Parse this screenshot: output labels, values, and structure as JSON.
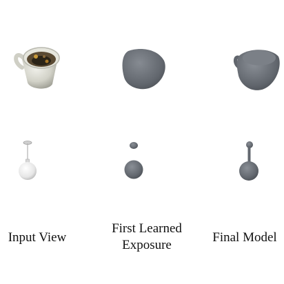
{
  "figure": {
    "columns": [
      {
        "label_lines": [
          "Input View"
        ]
      },
      {
        "label_lines": [
          "First Learned",
          "Exposure"
        ]
      },
      {
        "label_lines": [
          "Final Model"
        ]
      }
    ],
    "rows": [
      {
        "object": "mug"
      },
      {
        "object": "pendant-lamp"
      }
    ],
    "colors": {
      "background": "#ffffff",
      "reconstruction_gray": "#6b6f75",
      "mug_body": "#d8d8cf"
    }
  }
}
